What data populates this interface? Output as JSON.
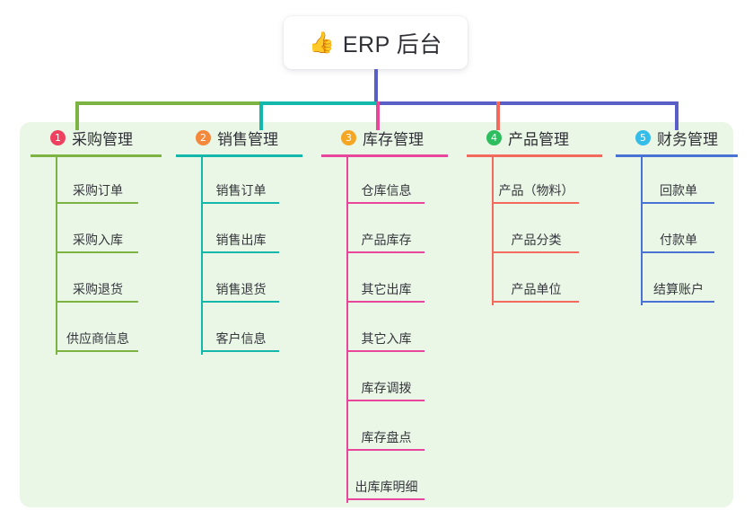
{
  "root": {
    "icon": "thumbs-up-emoji",
    "emoji": "👍",
    "title": "ERP 后台"
  },
  "panel": {
    "background": "#eaf6e6"
  },
  "trunk_color": "#5a5fc7",
  "columns": [
    {
      "index": "1",
      "title": "采购管理",
      "badge_color": "#ef4060",
      "line_color": "#7cb342",
      "items": [
        {
          "label": "采购订单"
        },
        {
          "label": "采购入库"
        },
        {
          "label": "采购退货"
        },
        {
          "label": "供应商信息"
        }
      ]
    },
    {
      "index": "2",
      "title": "销售管理",
      "badge_color": "#f5893b",
      "line_color": "#14b8ab",
      "items": [
        {
          "label": "销售订单"
        },
        {
          "label": "销售出库"
        },
        {
          "label": "销售退货"
        },
        {
          "label": "客户信息"
        }
      ]
    },
    {
      "index": "3",
      "title": "库存管理",
      "badge_color": "#f5a623",
      "line_color": "#e8469a",
      "items": [
        {
          "label": "仓库信息"
        },
        {
          "label": "产品库存"
        },
        {
          "label": "其它出库"
        },
        {
          "label": "其它入库"
        },
        {
          "label": "库存调拨"
        },
        {
          "label": "库存盘点"
        },
        {
          "label": "出库库明细"
        }
      ]
    },
    {
      "index": "4",
      "title": "产品管理",
      "badge_color": "#2ebd5f",
      "line_color": "#f4695e",
      "items": [
        {
          "label": "产品（物料）"
        },
        {
          "label": "产品分类"
        },
        {
          "label": "产品单位"
        }
      ]
    },
    {
      "index": "5",
      "title": "财务管理",
      "badge_color": "#33bde8",
      "line_color": "#4a72d4",
      "items": [
        {
          "label": "回款单"
        },
        {
          "label": "付款单"
        },
        {
          "label": "结算账户"
        }
      ]
    }
  ]
}
